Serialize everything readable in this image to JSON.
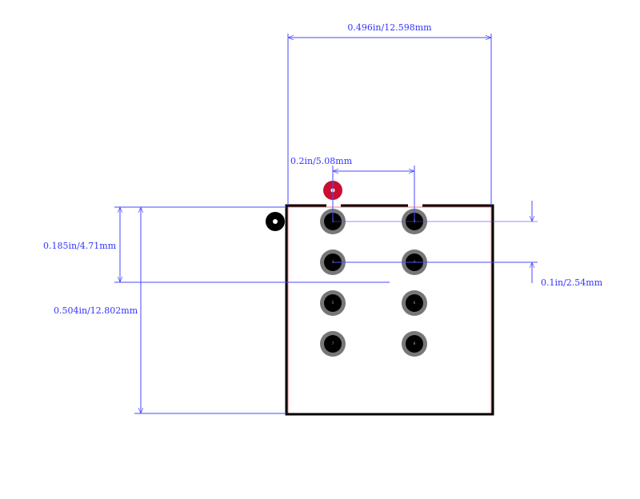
{
  "dimensions": {
    "width": "0.496in/12.598mm",
    "pitch_x": "0.2in/5.08mm",
    "pin1_offset": "0.185in/4.71mm",
    "height": "0.504in/12.802mm",
    "pitch_y": "0.1in/2.54mm"
  },
  "pins": [
    "1",
    "2",
    "3",
    "4",
    "5",
    "6",
    "7",
    "8"
  ],
  "colors": {
    "dimension": "#4a4aff",
    "pad_ring": "#777777",
    "pin1_marker": "#c8102e",
    "courtyard": "#f08080"
  }
}
